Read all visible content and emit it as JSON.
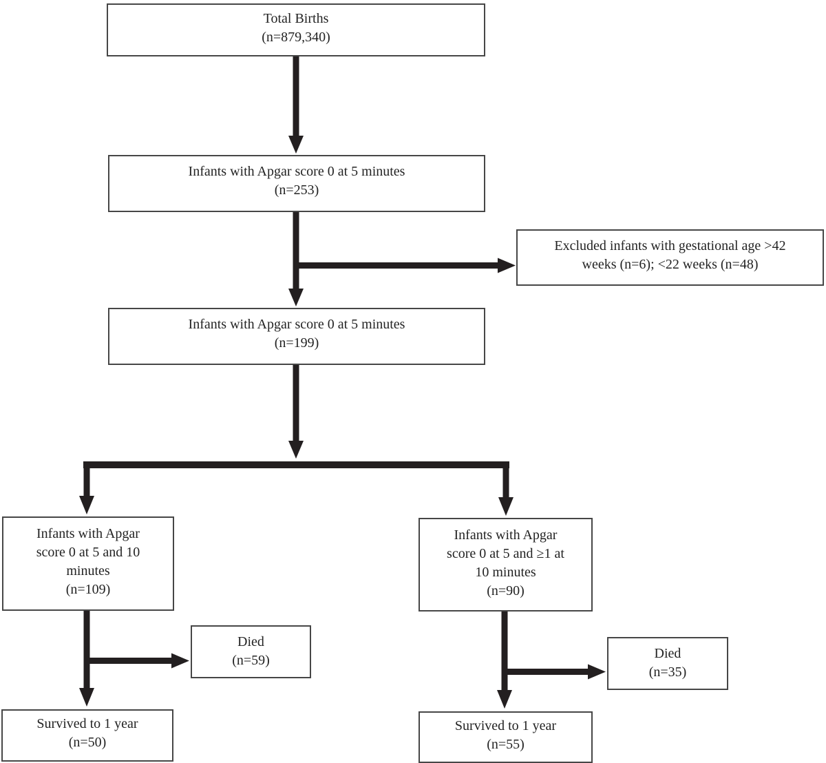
{
  "figure": {
    "type": "flowchart",
    "topic": "Flow of infants with Apgar score 0 at 5 minutes through exclusion, 10-minute Apgar status, and 1-year survival",
    "colors": {
      "arrow": "#231f20",
      "box_border": "#464646",
      "box_fill": "#ffffff",
      "text": "#232323",
      "background": "#ffffff"
    },
    "nodes": {
      "total_births": {
        "lines": [
          "Total Births",
          "(n=879,340)"
        ]
      },
      "apgar0_5min_all": {
        "lines": [
          "Infants with Apgar score 0 at 5 minutes",
          "(n=253)"
        ]
      },
      "excluded": {
        "lines": [
          "Excluded infants with gestational age >42",
          "weeks (n=6); <22 weeks (n=48)"
        ]
      },
      "apgar0_5min_included": {
        "lines": [
          "Infants with Apgar score 0 at 5 minutes",
          "(n=199)"
        ]
      },
      "apgar0_5_and_10": {
        "lines": [
          "Infants with Apgar",
          "score 0 at 5 and 10",
          "minutes",
          "(n=109)"
        ]
      },
      "apgar0_5_ge1_10": {
        "lines": [
          "Infants with Apgar",
          "score 0 at 5 and ≥1 at",
          "10 minutes",
          "(n=90)"
        ]
      },
      "died_left": {
        "lines": [
          "Died",
          "(n=59)"
        ]
      },
      "died_right": {
        "lines": [
          "Died",
          "(n=35)"
        ]
      },
      "survived_left": {
        "lines": [
          "Survived to 1 year",
          "(n=50)"
        ]
      },
      "survived_right": {
        "lines": [
          "Survived to 1 year",
          "(n=55)"
        ]
      }
    }
  }
}
